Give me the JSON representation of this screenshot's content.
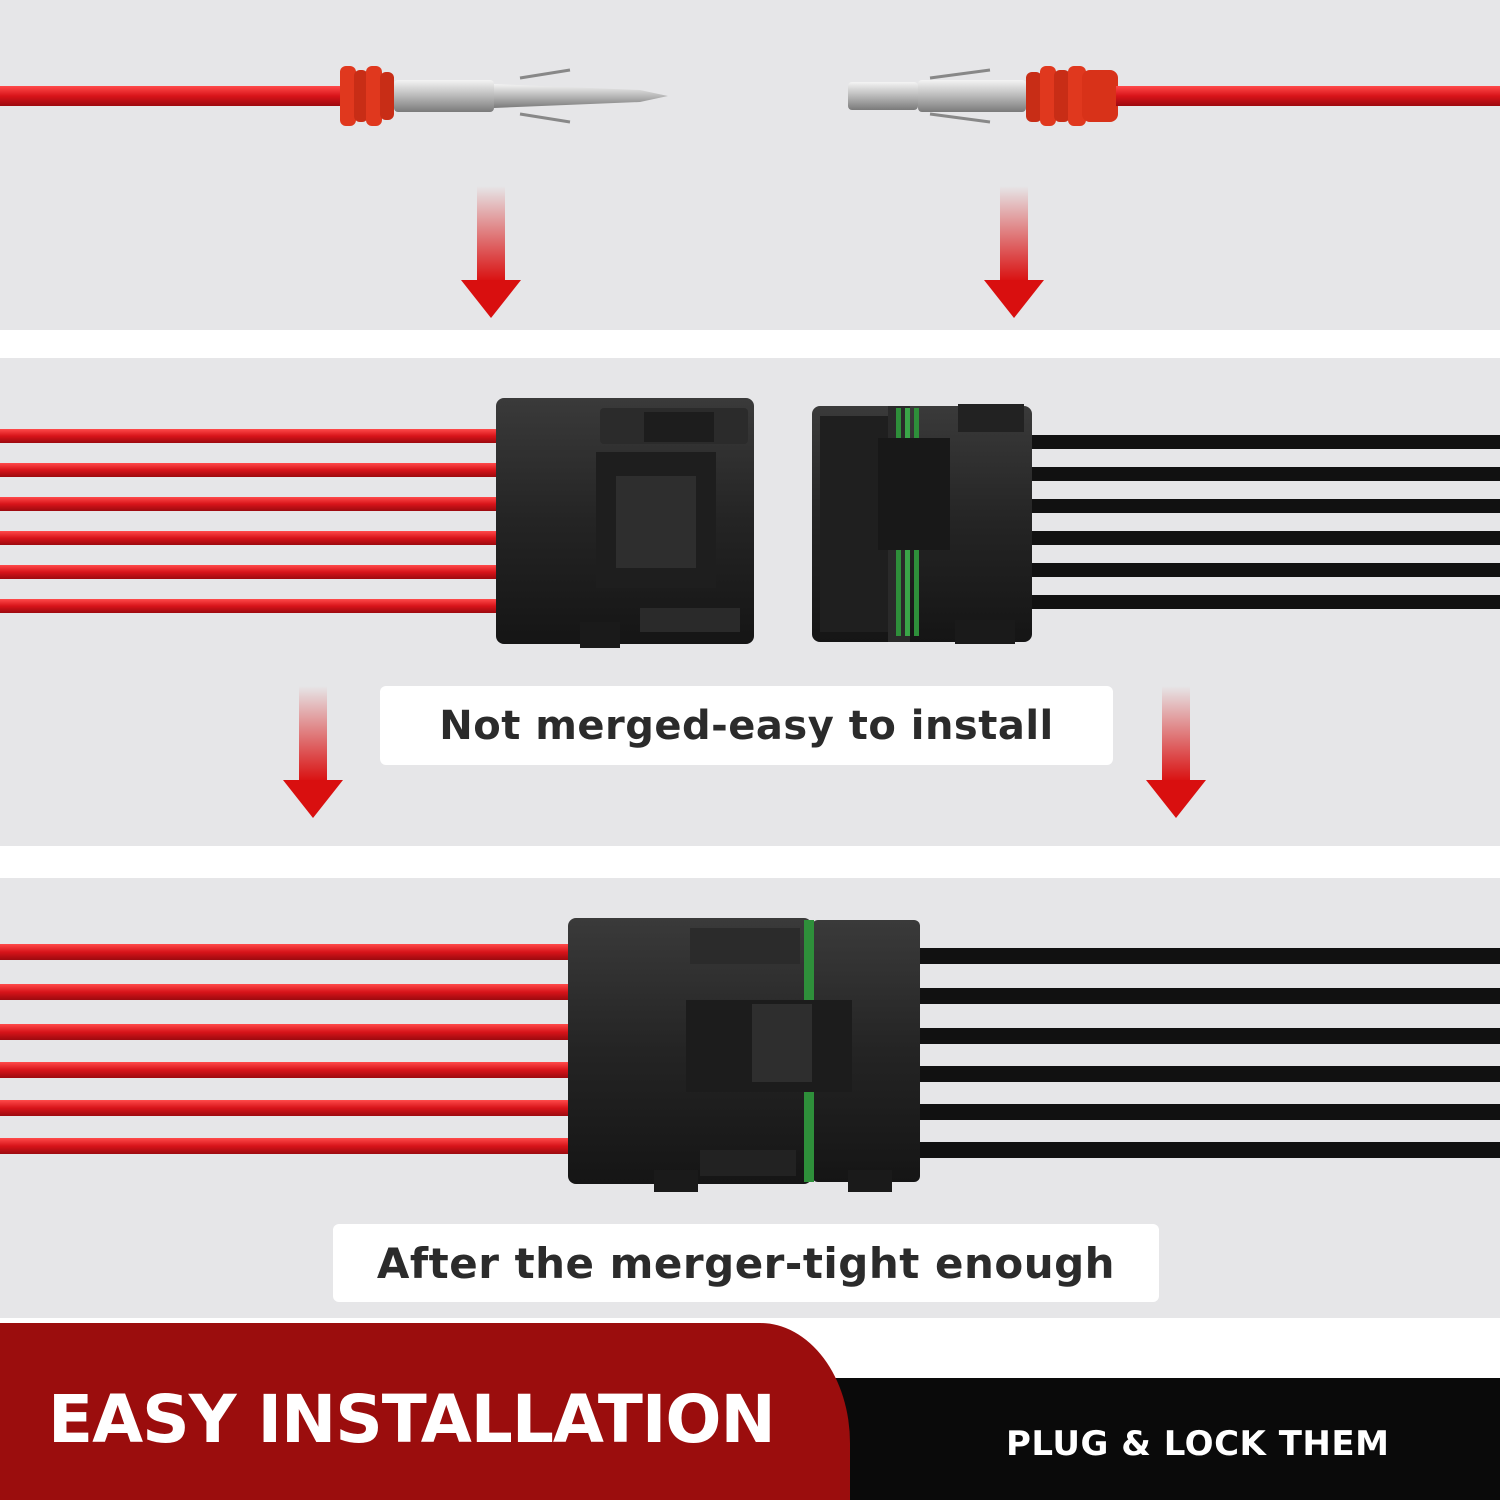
{
  "captions": {
    "step1": "Not merged-easy to install",
    "step2": "After the merger-tight enough"
  },
  "banner": {
    "title": "EASY INSTALLATION",
    "subtitle": "PLUG & LOCK THEM"
  },
  "colors": {
    "red_wire": "#d8141a",
    "black_wire": "#111111",
    "arrow_red": "#d90f0f",
    "banner_red": "#9b0d0d",
    "seal_green": "#2e8f3a"
  }
}
